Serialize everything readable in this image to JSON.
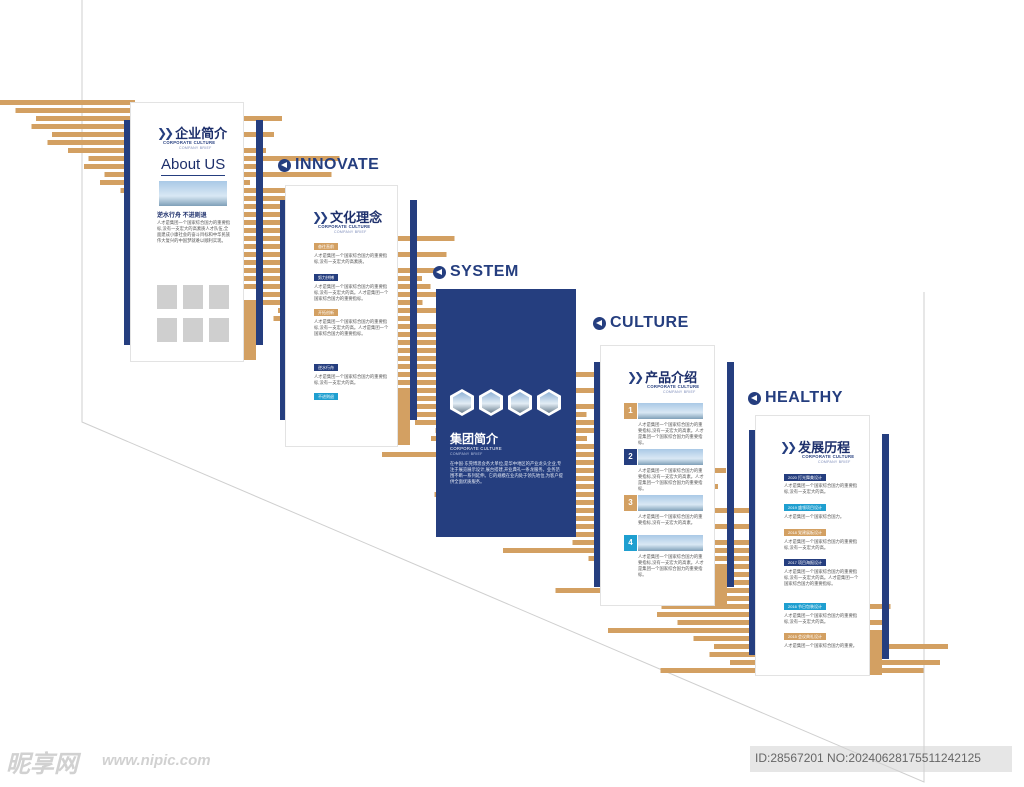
{
  "sections": [
    "INNOVATE",
    "SYSTEM",
    "CULTURE",
    "HEALTHY"
  ],
  "panel1": {
    "title": "企业简介",
    "sub1": "CORPORATE CULTURE",
    "sub2": "COMPANY BRIEF",
    "about": "About US",
    "heading": "逆水行舟 不进则退",
    "text": "人才是集团一个国家综合国力的重要指标,没有一支宏大的高素质人才队伍,全面建成小康社会的奋斗目标和中华民族伟大复兴的中国梦就难以顺利实现。"
  },
  "panel2": {
    "title": "文化理念",
    "sub1": "CORPORATE CULTURE",
    "sub2": "COMPANY BRIEF",
    "items": [
      {
        "tag": "奋往直前",
        "text": "人才是集团一个国家综合国力的重要指标,没有一支宏大的高素质。"
      },
      {
        "tag": "努力拼搏",
        "text": "人才是集团一个国家综合国力的重要指标,没有一支宏大的高。人才是集团一个国家综合国力的重要指标。"
      },
      {
        "tag": "开拓创新",
        "text": "人才是集团一个国家综合国力的重要指标,没有一支宏大的高。人才是集团一个国家综合国力的重要指标。"
      },
      {
        "tag": "逆水行舟",
        "text": "人才是集团一个国家综合国力的重要指标,没有一支宏大的高。"
      },
      {
        "tag": "不进则退",
        "text": ""
      }
    ]
  },
  "panel3": {
    "title": "集团简介",
    "sub1": "CORPORATE CULTURE",
    "sub2": "COMPANY BRIEF",
    "text": "在中国·东莞博思会务大单位,是华中地区的产业龙头企业,专注于展览展示设计,展台搭建,开业典礼一条龙服务。业务范围不断一系列延伸。它的规模在业内处于领先地位,为客户提供全面优质服务。"
  },
  "panel4": {
    "title": "产品介绍",
    "sub1": "CORPORATE CULTURE",
    "sub2": "COMPANY BRIEF",
    "items": [
      {
        "num": "1",
        "text": "人才是集团一个国家综合国力的重要指标,没有一支宏大的高素。人才是集团一个国家综合国力的重要指标。"
      },
      {
        "num": "2",
        "text": "人才是集团一个国家综合国力的重要指标,没有一支宏大的高素。人才是集团一个国家综合国力的重要指标。"
      },
      {
        "num": "3",
        "text": "人才是集团一个国家综合国力的重要指标,没有一支宏大的高素。"
      },
      {
        "num": "4",
        "text": "人才是集团一个国家综合国力的重要指标,没有一支宏大的高素。人才是集团一个国家综合国力的重要指标。"
      }
    ]
  },
  "panel5": {
    "title": "发展历程",
    "sub1": "CORPORATE CULTURE",
    "sub2": "COMPANY BRIEF",
    "items": [
      {
        "tag": "2020 打光舞美设计",
        "text": "人才是集团一个国家综合国力的重要指标,没有一支宏大的高。"
      },
      {
        "tag": "2019 盛领项目设计",
        "text": "人才是集团一个国家综合国力。"
      },
      {
        "tag": "2018 党建展板设计",
        "text": "人才是集团一个国家综合国力的重要指标,没有一支宏大的高。"
      },
      {
        "tag": "2017 项目海报设计",
        "text": "人才是集团一个国家综合国力的重要指标,没有一支宏大的高。人才是集团一个国家综合国力的重要指标。"
      },
      {
        "tag": "2016 节日包装设计",
        "text": "人才是集团一个国家综合国力的重要指标,没有一支宏大的高。"
      },
      {
        "tag": "2015 会议典礼设计",
        "text": "人才是集团一个国家综合国力的重要。"
      }
    ]
  },
  "watermark": {
    "logo": "昵享网",
    "url": "www.nipic.com",
    "id": "ID:28567201 NO:20240628175511242125"
  },
  "colors": {
    "navy": "#253e7f",
    "tan": "#d3a062",
    "teal": "#1f9fd0"
  }
}
